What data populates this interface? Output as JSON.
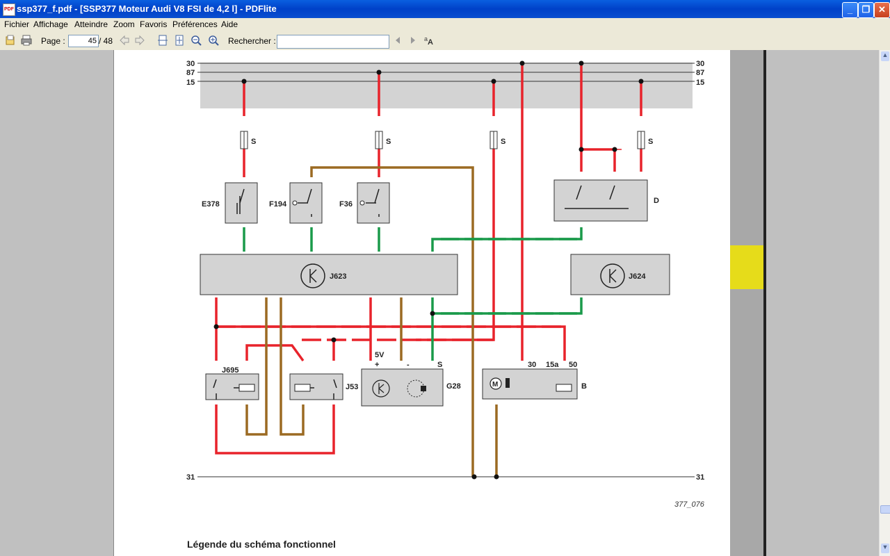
{
  "window": {
    "app_icon_text": "PDF",
    "title": "ssp377_f.pdf - [SSP377 Moteur Audi V8 FSI de 4,2 l] - PDFlite",
    "controls": [
      "_",
      "❐",
      "✕"
    ]
  },
  "menu": [
    "Fichier",
    "Affichage",
    "Atteindre",
    "Zoom",
    "Favoris",
    "Préférences",
    "Aide"
  ],
  "toolbar": {
    "page_label": "Page :",
    "page_value": "45",
    "page_total": "/ 48",
    "search_label": "Rechercher :",
    "search_value": ""
  },
  "document": {
    "figure_ref": "377_076",
    "legend_heading": "Légende du schéma fonctionnel",
    "bus_labels": [
      "30",
      "87",
      "15"
    ],
    "ground_label": "31",
    "fuse_label": "S",
    "components": {
      "e378": "E378",
      "f194": "F194",
      "f36": "F36",
      "d": "D",
      "j623": "J623",
      "j624": "J624",
      "j695": "J695",
      "j53": "J53",
      "g28": "G28",
      "b": "B"
    },
    "pin_labels": {
      "g28_5v": "5V",
      "g28_plus": "+",
      "g28_minus": "-",
      "g28_s": "S",
      "b_30": "30",
      "b_15a": "15a",
      "b_50": "50"
    }
  },
  "colors": {
    "wire_red": "#e8232b",
    "wire_brown": "#9b6a22",
    "wire_green": "#1a9a4a",
    "component_fill": "#d3d3d3",
    "thumb_highlight": "#e6dc1a"
  }
}
